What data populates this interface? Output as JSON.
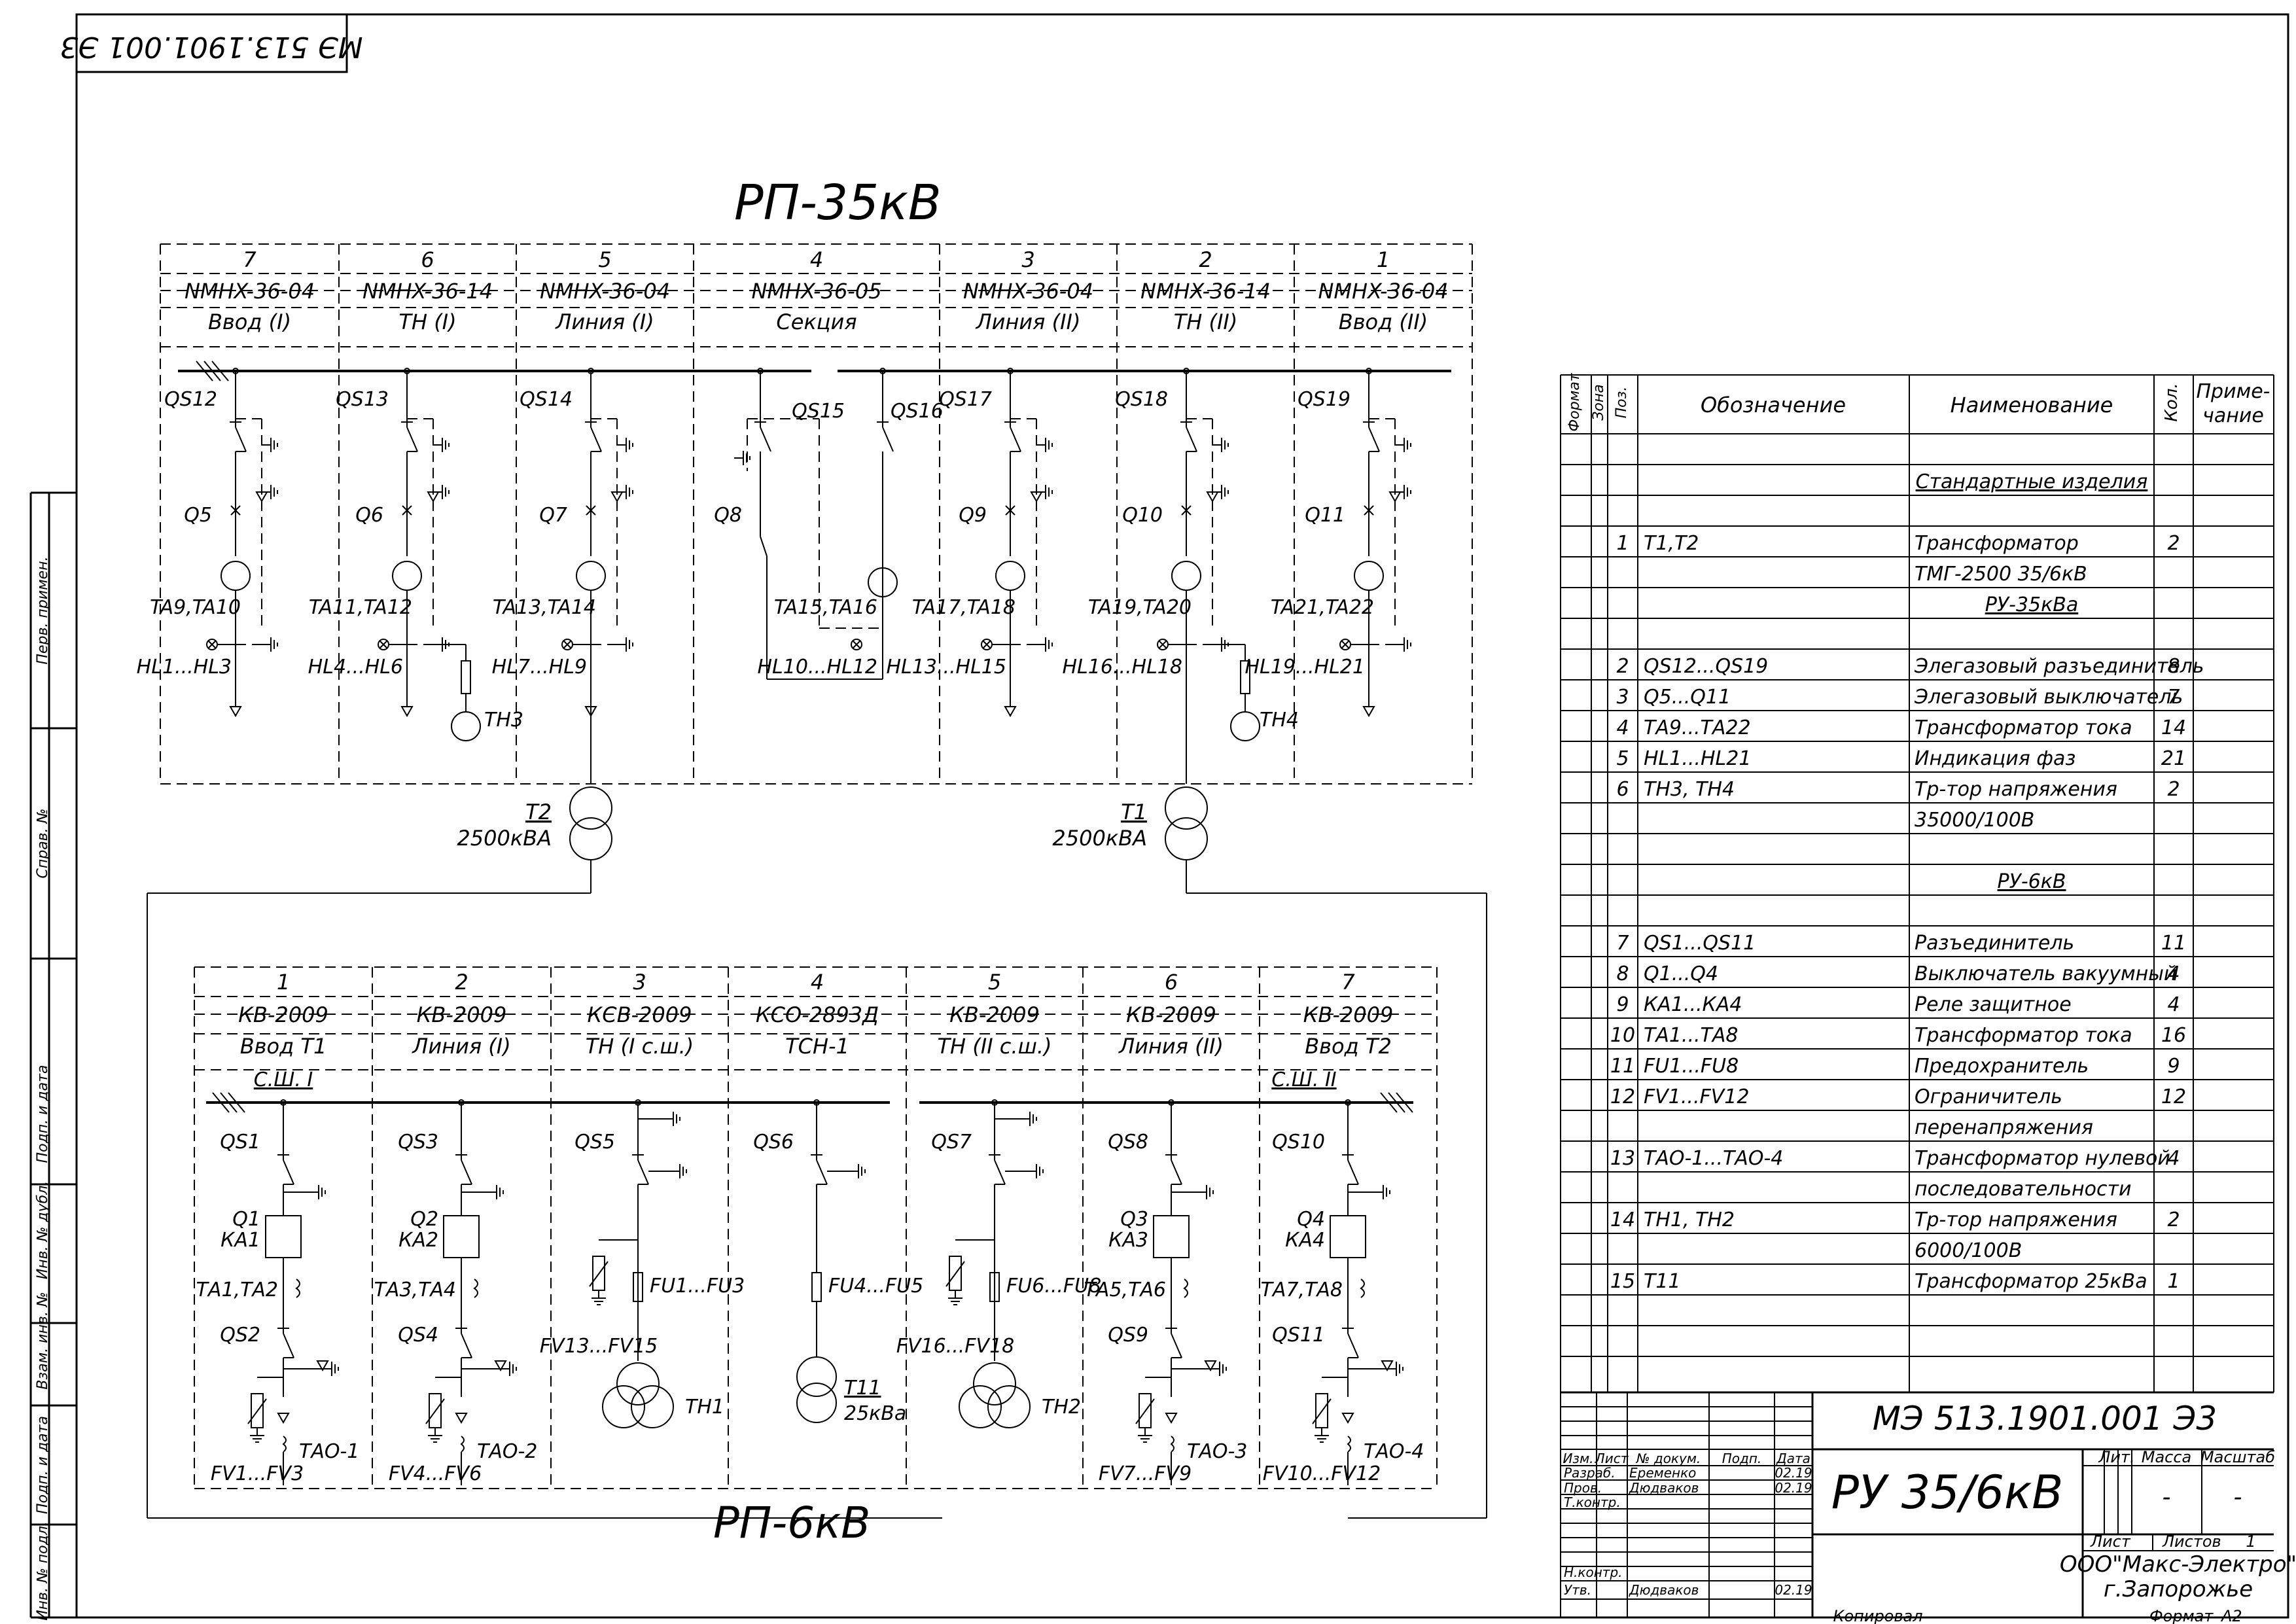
{
  "doc_code": "МЭ 513.1901.001 Э3",
  "doc_code_rotated": "МЭ 513.1901.001 Э3",
  "rp35": {
    "title": "РП-35кВ",
    "cells": [
      {
        "num": "7",
        "type": "NMHX-36-04",
        "name": "Ввод (I)"
      },
      {
        "num": "6",
        "type": "NMHX-36-14",
        "name": "ТН (I)"
      },
      {
        "num": "5",
        "type": "NMHX-36-04",
        "name": "Линия (I)"
      },
      {
        "num": "4",
        "type": "NMHX-36-05",
        "name": "Секция"
      },
      {
        "num": "3",
        "type": "NMHX-36-04",
        "name": "Линия (II)"
      },
      {
        "num": "2",
        "type": "NMHX-36-14",
        "name": "ТН (II)"
      },
      {
        "num": "1",
        "type": "NMHX-36-04",
        "name": "Ввод (II)"
      }
    ],
    "labels": {
      "qs": [
        "QS12",
        "QS13",
        "QS14",
        "QS15",
        "QS16",
        "QS17",
        "QS18",
        "QS19"
      ],
      "q": [
        "Q5",
        "Q6",
        "Q7",
        "Q8",
        "Q9",
        "Q10",
        "Q11"
      ],
      "ta": [
        "TA9,TA10",
        "TA11,TA12",
        "TA13,TA14",
        "TA15,TA16",
        "TA17,TA18",
        "TA19,TA20",
        "TA21,TA22"
      ],
      "hl": [
        "HL1...HL3",
        "HL4...HL6",
        "HL7...HL9",
        "HL10...HL12",
        "HL13...HL15",
        "HL16...HL18",
        "HL19...HL21"
      ],
      "tn3": "ТН3",
      "tn4": "ТН4"
    }
  },
  "transformers": {
    "t2_name": "Т2",
    "t2_power": "2500кВА",
    "t1_name": "Т1",
    "t1_power": "2500кВА"
  },
  "rp6": {
    "title": "РП-6кВ",
    "cells": [
      {
        "num": "1",
        "type": "КВ-2009",
        "name": "Ввод Т1"
      },
      {
        "num": "2",
        "type": "КВ-2009",
        "name": "Линия (I)"
      },
      {
        "num": "3",
        "type": "КСВ-2009",
        "name": "ТН (I с.ш.)"
      },
      {
        "num": "4",
        "type": "КСО-2893Д",
        "name": "ТСН-1"
      },
      {
        "num": "5",
        "type": "КВ-2009",
        "name": "ТН (II с.ш.)"
      },
      {
        "num": "6",
        "type": "КВ-2009",
        "name": "Линия (II)"
      },
      {
        "num": "7",
        "type": "КВ-2009",
        "name": "Ввод Т2"
      }
    ],
    "busbar1": "С.Ш. I",
    "busbar2": "С.Ш. II",
    "labels": {
      "qs_top": [
        "QS1",
        "QS3",
        "QS5",
        "QS6",
        "QS7",
        "QS8",
        "QS10"
      ],
      "q": [
        "Q1\nКА1",
        "Q2\nКА2",
        "Q3\nКА3",
        "Q4\nКА4"
      ],
      "q1": "Q1",
      "ka1": "КА1",
      "q2": "Q2",
      "ka2": "КА2",
      "q3": "Q3",
      "ka3": "КА3",
      "q4": "Q4",
      "ka4": "КА4",
      "ta": [
        "ТА1,ТА2",
        "ТА3,ТА4",
        "ТА5,ТА6",
        "ТА7,ТА8"
      ],
      "qs_bot": [
        "QS2",
        "QS4",
        "QS9",
        "QS11"
      ],
      "fv": [
        "FV1...FV3",
        "FV4...FV6",
        "FV7...FV9",
        "FV10...FV12"
      ],
      "tao": [
        "ТАО-1",
        "ТАО-2",
        "ТАО-3",
        "ТАО-4"
      ],
      "fu": [
        "FU1...FU3",
        "FU4...FU5",
        "FU6...FU8"
      ],
      "fv_tn": [
        "FV13...FV15",
        "FV16...FV18"
      ],
      "th1": "ТН1",
      "th2": "ТН2",
      "t11": "Т11",
      "t11_power": "25кВа"
    }
  },
  "spec": {
    "headers": {
      "format": "Формат",
      "zone": "Зона",
      "pos": "Поз.",
      "designation": "Обозначение",
      "name": "Наименование",
      "qty": "Кол.",
      "note": "Приме-\nчание",
      "note1": "Приме-",
      "note2": "чание"
    },
    "rows": [
      {
        "pos": "",
        "des": "",
        "name": "",
        "qty": ""
      },
      {
        "pos": "",
        "des": "",
        "name": "Стандартные изделия",
        "qty": "",
        "section": true
      },
      {
        "pos": "",
        "des": "",
        "name": "",
        "qty": ""
      },
      {
        "pos": "1",
        "des": "Т1,Т2",
        "name": "Трансформатор",
        "qty": "2"
      },
      {
        "pos": "",
        "des": "",
        "name": "ТМГ-2500 35/6кВ",
        "qty": ""
      },
      {
        "pos": "",
        "des": "",
        "name": "РУ-35кВа",
        "qty": "",
        "section": true
      },
      {
        "pos": "",
        "des": "",
        "name": "",
        "qty": ""
      },
      {
        "pos": "2",
        "des": "QS12...QS19",
        "name": "Элегазовый разъединитель",
        "qty": "8"
      },
      {
        "pos": "3",
        "des": "Q5...Q11",
        "name": "Элегазовый выключатель",
        "qty": "7"
      },
      {
        "pos": "4",
        "des": "ТА9...ТА22",
        "name": "Трансформатор тока",
        "qty": "14"
      },
      {
        "pos": "5",
        "des": "HL1...HL21",
        "name": "Индикация фаз",
        "qty": "21"
      },
      {
        "pos": "6",
        "des": "ТН3, ТН4",
        "name": "Тр-тор напряжения",
        "qty": "2"
      },
      {
        "pos": "",
        "des": "",
        "name": "35000/100В",
        "qty": ""
      },
      {
        "pos": "",
        "des": "",
        "name": "",
        "qty": ""
      },
      {
        "pos": "",
        "des": "",
        "name": "РУ-6кВ",
        "qty": "",
        "section": true
      },
      {
        "pos": "",
        "des": "",
        "name": "",
        "qty": ""
      },
      {
        "pos": "7",
        "des": "QS1...QS11",
        "name": "Разъединитель",
        "qty": "11"
      },
      {
        "pos": "8",
        "des": "Q1...Q4",
        "name": "Выключатель вакуумный",
        "qty": "4"
      },
      {
        "pos": "9",
        "des": "КА1...КА4",
        "name": "Реле защитное",
        "qty": "4"
      },
      {
        "pos": "10",
        "des": "ТА1...ТА8",
        "name": "Трансформатор тока",
        "qty": "16"
      },
      {
        "pos": "11",
        "des": "FU1...FU8",
        "name": "Предохранитель",
        "qty": "9"
      },
      {
        "pos": "12",
        "des": "FV1...FV12",
        "name": "Ограничитель",
        "qty": "12"
      },
      {
        "pos": "",
        "des": "",
        "name": "перенапряжения",
        "qty": ""
      },
      {
        "pos": "13",
        "des": "ТАО-1...ТАО-4",
        "name": "Трансформатор нулевой",
        "qty": "4"
      },
      {
        "pos": "",
        "des": "",
        "name": "последовательности",
        "qty": ""
      },
      {
        "pos": "14",
        "des": "ТН1, ТН2",
        "name": "Тр-тор напряжения",
        "qty": "2"
      },
      {
        "pos": "",
        "des": "",
        "name": "6000/100В",
        "qty": ""
      },
      {
        "pos": "15",
        "des": "Т11",
        "name": "Трансформатор 25кВа",
        "qty": "1"
      },
      {
        "pos": "",
        "des": "",
        "name": "",
        "qty": ""
      },
      {
        "pos": "",
        "des": "",
        "name": "",
        "qty": ""
      }
    ]
  },
  "titleblock": {
    "code": "МЭ 513.1901.001 Э3",
    "title": "РУ 35/6кВ",
    "org": "ООО\"Макс-Электро\"",
    "city": "г.Запорожье",
    "col_heads": [
      "Изм.",
      "Лист",
      "№ докум.",
      "Подп.",
      "Дата"
    ],
    "rows": [
      {
        "role": "Разраб.",
        "name": "Еременко",
        "date": "02.19"
      },
      {
        "role": "Пров.",
        "name": "Дюдваков",
        "date": "02.19"
      },
      {
        "role": "Т.контр.",
        "name": "",
        "date": ""
      },
      {
        "role": "",
        "name": "",
        "date": ""
      },
      {
        "role": "Н.контр.",
        "name": "",
        "date": ""
      },
      {
        "role": "Утв.",
        "name": "Дюдваков",
        "date": "02.19"
      }
    ],
    "lit": "Лит.",
    "mass": "Масса",
    "scale": "Масштаб",
    "mass_val": "-",
    "scale_val": "-",
    "sheet": "Лист",
    "sheets": "Листов",
    "sheets_val": "1",
    "copied": "Копировал",
    "format": "Формат",
    "format_val": "А2"
  },
  "side_labels": [
    "Перв. примен.",
    "Справ. №",
    "Подп. и дата",
    "Инв. № дубл.",
    "Взам. инв. №",
    "Подп. и дата",
    "Инв. № подл."
  ]
}
